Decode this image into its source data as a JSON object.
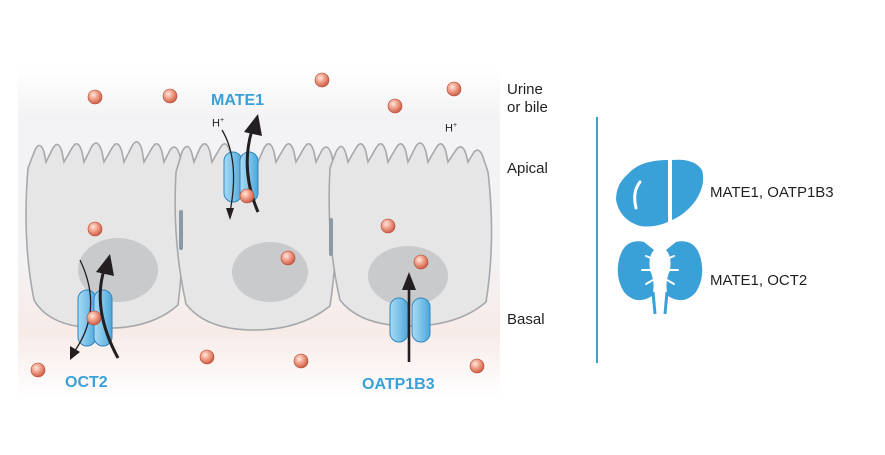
{
  "zones": {
    "urine_line1": "Urine",
    "urine_line2": "or bile",
    "apical": "Apical",
    "basal": "Basal"
  },
  "transporters": {
    "mate1": "MATE1",
    "oct2": "OCT2",
    "oatp1b3": "OATP1B3"
  },
  "ions": {
    "h_base": "H",
    "h_charge": "+"
  },
  "organs": {
    "liver": {
      "icon": "liver-icon",
      "text": "MATE1, OATP1B3"
    },
    "kidney": {
      "icon": "kidney-icon",
      "text": "MATE1, OCT2"
    }
  },
  "colors": {
    "transporter_blue": "#3aa0d8",
    "transporter_fill": "#7cc3ea",
    "cell_fill": "#e6e6e7",
    "cell_stroke": "#a6a8ab",
    "nucleus": "#c9cacc",
    "substrate": "#ef9a84",
    "arrow": "#231f20"
  }
}
